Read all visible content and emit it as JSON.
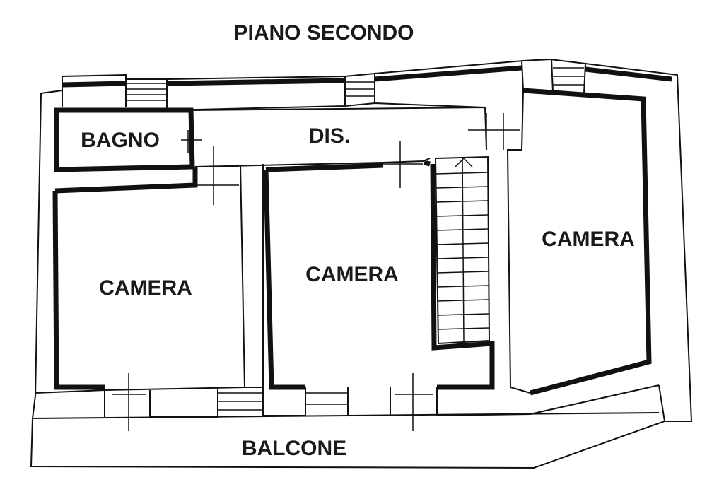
{
  "title": "PIANO SECONDO",
  "rooms": {
    "bagno": "BAGNO",
    "dis": "DIS.",
    "camera_left": "CAMERA",
    "camera_middle": "CAMERA",
    "camera_right": "CAMERA",
    "balcone": "BALCONE"
  },
  "colors": {
    "wall": "#111111",
    "background": "#ffffff",
    "text": "#1a1a1a"
  }
}
